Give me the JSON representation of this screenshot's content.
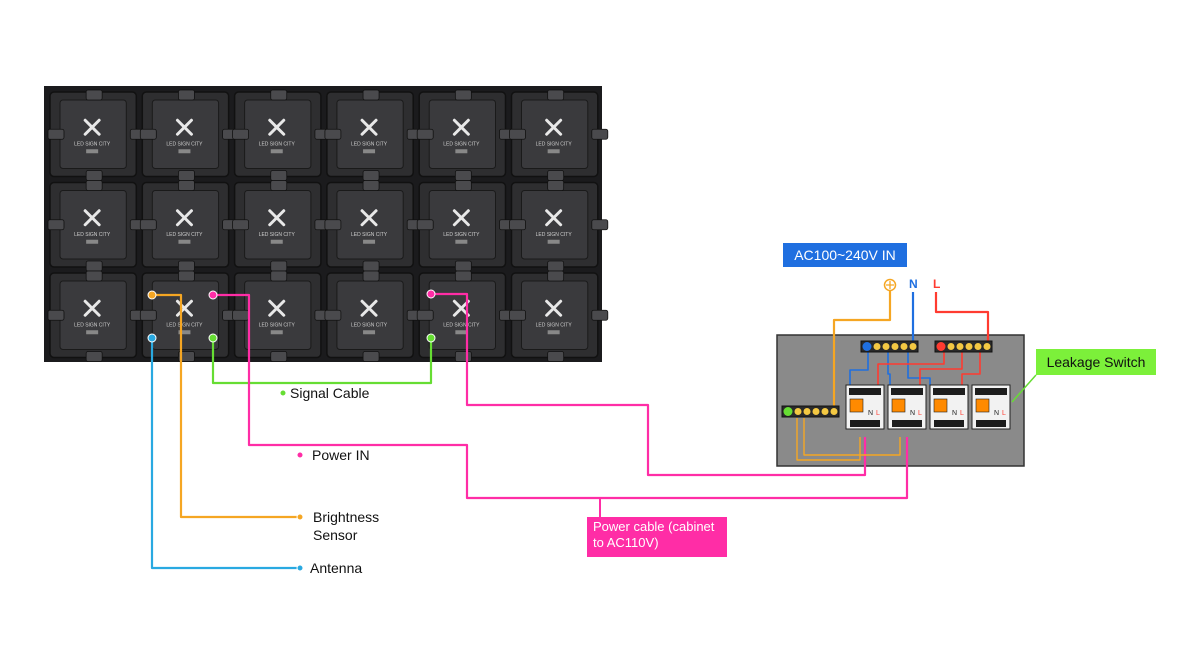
{
  "labels": {
    "signal_cable": "Signal Cable",
    "power_in": "Power IN",
    "brightness_sensor": "Brightness Sensor",
    "antenna": "Antenna",
    "ac_input": "AC100~240V IN",
    "leakage_switch": "Leakage Switch",
    "power_cable": "Power cable (cabinet to AC110V)",
    "neutral": "N",
    "live": "L"
  },
  "cabinet": {
    "brand": "LED SIGN CITY",
    "rows": 3,
    "cols": 6
  },
  "colors": {
    "signal": "#66dd33",
    "power": "#ff2da6",
    "brightness": "#f5a623",
    "antenna": "#29a9e1",
    "neutral": "#1f6fe0",
    "live": "#ff3b30",
    "box": "#8a8a8a",
    "cabinet": "#2e2e30"
  }
}
